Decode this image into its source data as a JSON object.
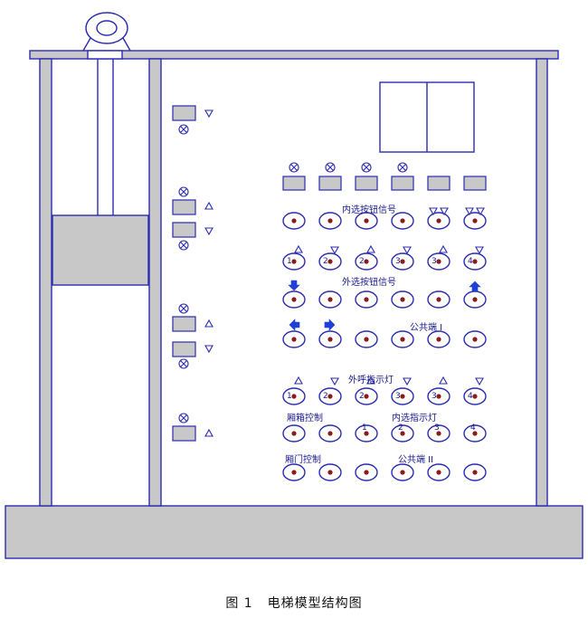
{
  "labels": {
    "internal_button_signal": "内选按钮信号",
    "external_button_signal": "外选按钮信号",
    "common_terminal_1": "公共端 I",
    "external_call_lamp": "外呼指示灯",
    "cabin_control": "厢箱控制",
    "internal_select_lamp": "内选指示灯",
    "door_control": "厢门控制",
    "common_terminal_2": "公共端 II"
  },
  "digits": {
    "r2": [
      "1",
      "2",
      "2",
      "3",
      "3",
      "4"
    ],
    "r5": [
      "1",
      "2",
      "2",
      "3",
      "3",
      "4"
    ],
    "r6": [
      "1",
      "2",
      "3",
      "4"
    ]
  },
  "caption": {
    "number": "图 1",
    "title": "电梯模型结构图"
  },
  "colors": {
    "line": "#2b2bb0",
    "dark_line": "#1a1a8c",
    "frame_fill": "#c8c8c8",
    "box_fill": "#c8c8c8",
    "terminal_dot": "#8b1a1a",
    "arrow_fill": "#1f3fd6"
  }
}
